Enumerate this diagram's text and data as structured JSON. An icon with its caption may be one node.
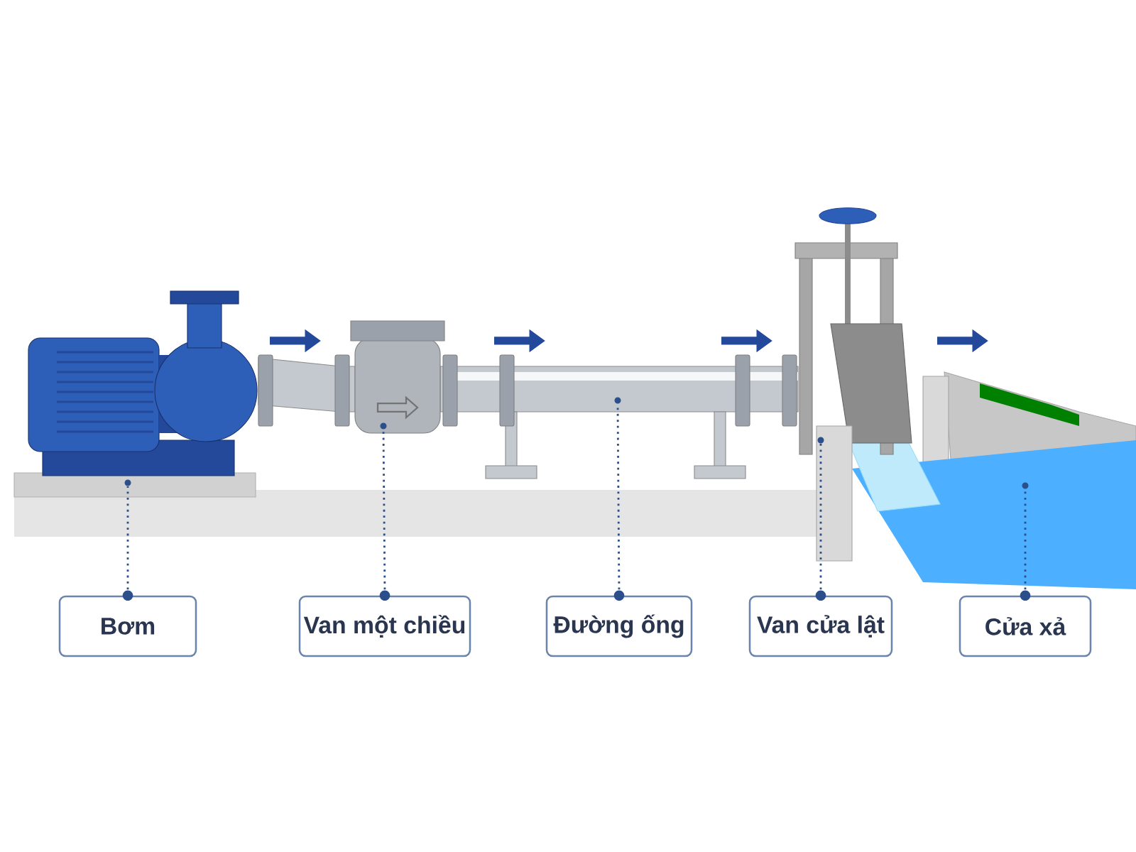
{
  "diagram": {
    "nodes": [
      {
        "text": [
          "Bơm"
        ]
      },
      {
        "text": [
          "Van một chiều"
        ]
      },
      {
        "text": [
          "Đường ống"
        ]
      },
      {
        "text": [
          "Van cửa lật"
        ]
      },
      {
        "text": [
          "Cửa xả"
        ]
      },
      {
        "text": [],
        "shape": "picture"
      },
      {
        "text": [],
        "shape": "picture"
      },
      {
        "text": [],
        "shape": "picture"
      },
      {
        "text": [],
        "shape": "picture"
      },
      {
        "text": [],
        "shape": "picture"
      }
    ],
    "edges": [
      {
        "from": 0,
        "to": 5,
        "arrow": "other",
        "style": "dashed"
      },
      {
        "from": 1,
        "to": 6,
        "arrow": "other",
        "style": "dashed"
      },
      {
        "from": 2,
        "to": 7,
        "arrow": "other",
        "style": "dashed"
      },
      {
        "from": 3,
        "to": 8,
        "arrow": "other",
        "style": "dashed"
      },
      {
        "from": 4,
        "to": 9,
        "arrow": "other",
        "style": "dashed"
      }
    ]
  }
}
